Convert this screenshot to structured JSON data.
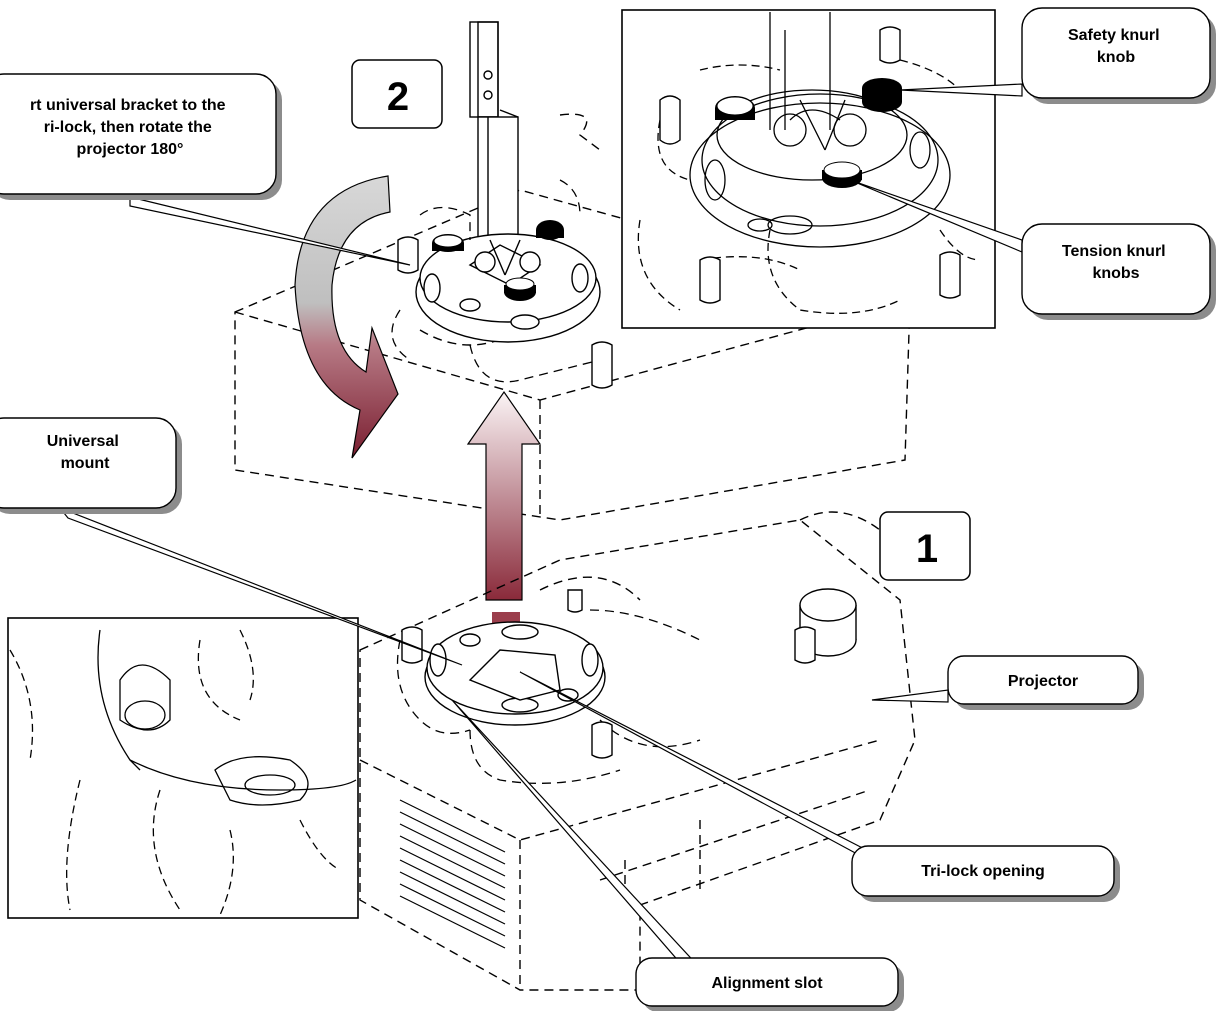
{
  "steps": {
    "step_1": "1",
    "step_2": "2"
  },
  "callouts": {
    "step2_instruction": [
      "rt universal bracket to the",
      "ri-lock, then rotate the",
      "projector 180°"
    ],
    "safety_knob": [
      "Safety knurl",
      "knob"
    ],
    "tension_knobs": [
      "Tension knurl",
      "knobs"
    ],
    "universal_mount": [
      "Universal",
      "mount"
    ],
    "projector": [
      "Projector"
    ],
    "trilock_opening": [
      "Tri-lock opening"
    ],
    "alignment_slot": [
      "Alignment slot"
    ]
  },
  "colors": {
    "arrow_up_dark": "#8a2a3a",
    "arrow_rotate_top": "#c8c8c8",
    "arrow_rotate_bottom": "#7a1e30",
    "line": "#000000",
    "callout_shadow": "#8c8c8c"
  }
}
